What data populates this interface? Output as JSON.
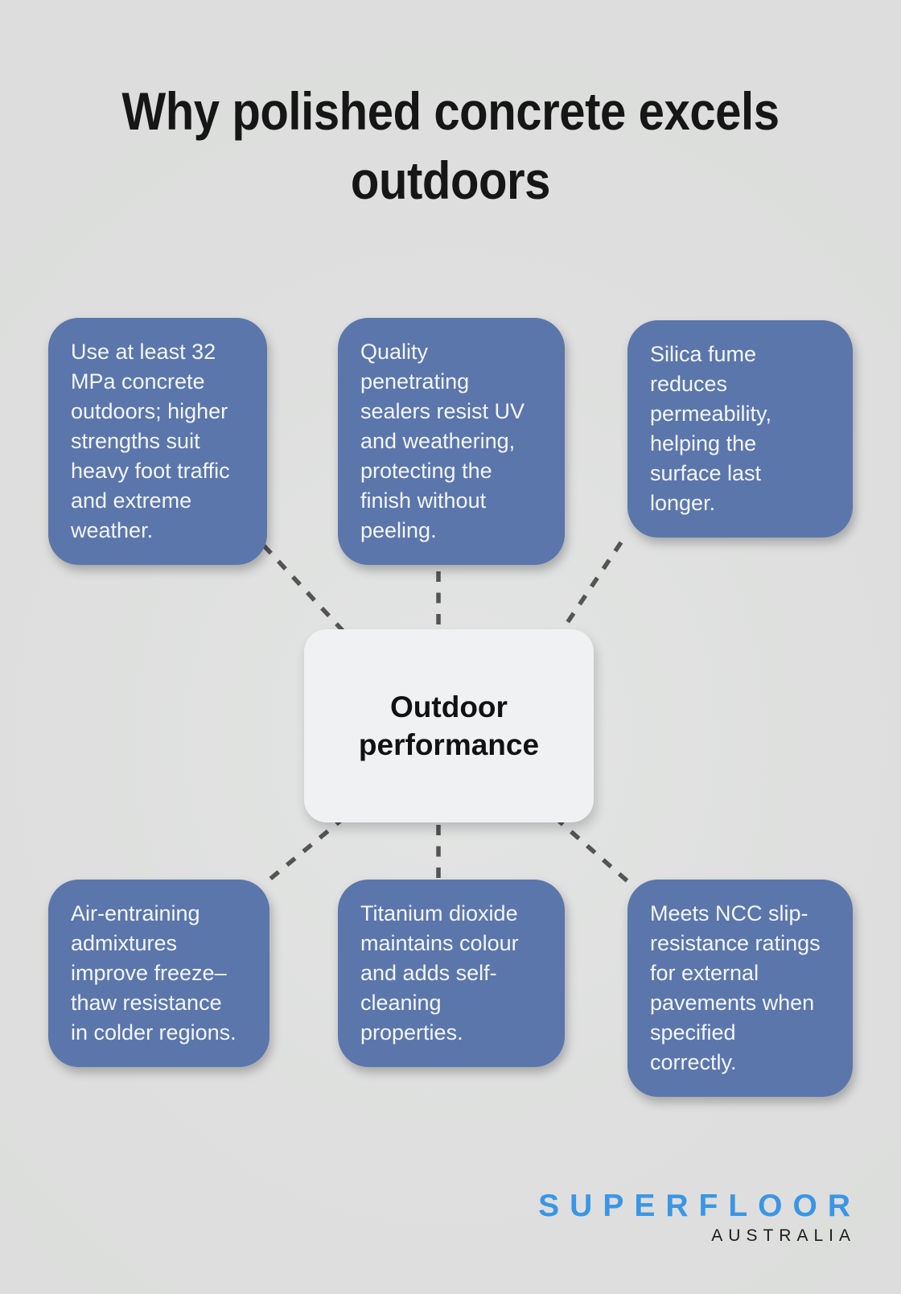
{
  "title": "Why polished concrete excels\noutdoors",
  "center": {
    "label": "Outdoor\nperformance"
  },
  "nodes": [
    {
      "id": "top-left",
      "text": "Use at least 32\nMPa concrete\noutdoors; higher\nstrengths suit\nheavy foot traffic\nand extreme\nweather."
    },
    {
      "id": "top-middle",
      "text": "Quality\npenetrating\nsealers resist UV\nand weathering,\nprotecting the\nfinish without\npeeling."
    },
    {
      "id": "top-right",
      "text": "Silica fume\nreduces\npermeability,\nhelping the\nsurface last\nlonger."
    },
    {
      "id": "bottom-left",
      "text": "Air-entraining\nadmixtures\nimprove freeze–\nthaw resistance\nin colder regions."
    },
    {
      "id": "bottom-middle",
      "text": "Titanium dioxide\nmaintains colour\nand adds self-\ncleaning\nproperties."
    },
    {
      "id": "bottom-right",
      "text": "Meets NCC slip-\nresistance ratings\nfor external\npavements when\nspecified\ncorrectly."
    }
  ],
  "logo": {
    "brand": "SUPERFLOOR",
    "sub": "AUSTRALIA"
  },
  "colors": {
    "background": "#dfe1e0",
    "node_fill": "#5b76ab",
    "node_text": "#f3f6fa",
    "center_fill": "#f0f1f3",
    "connector": "#545454",
    "brand_blue": "#3a96e4",
    "text_dark": "#161616"
  }
}
